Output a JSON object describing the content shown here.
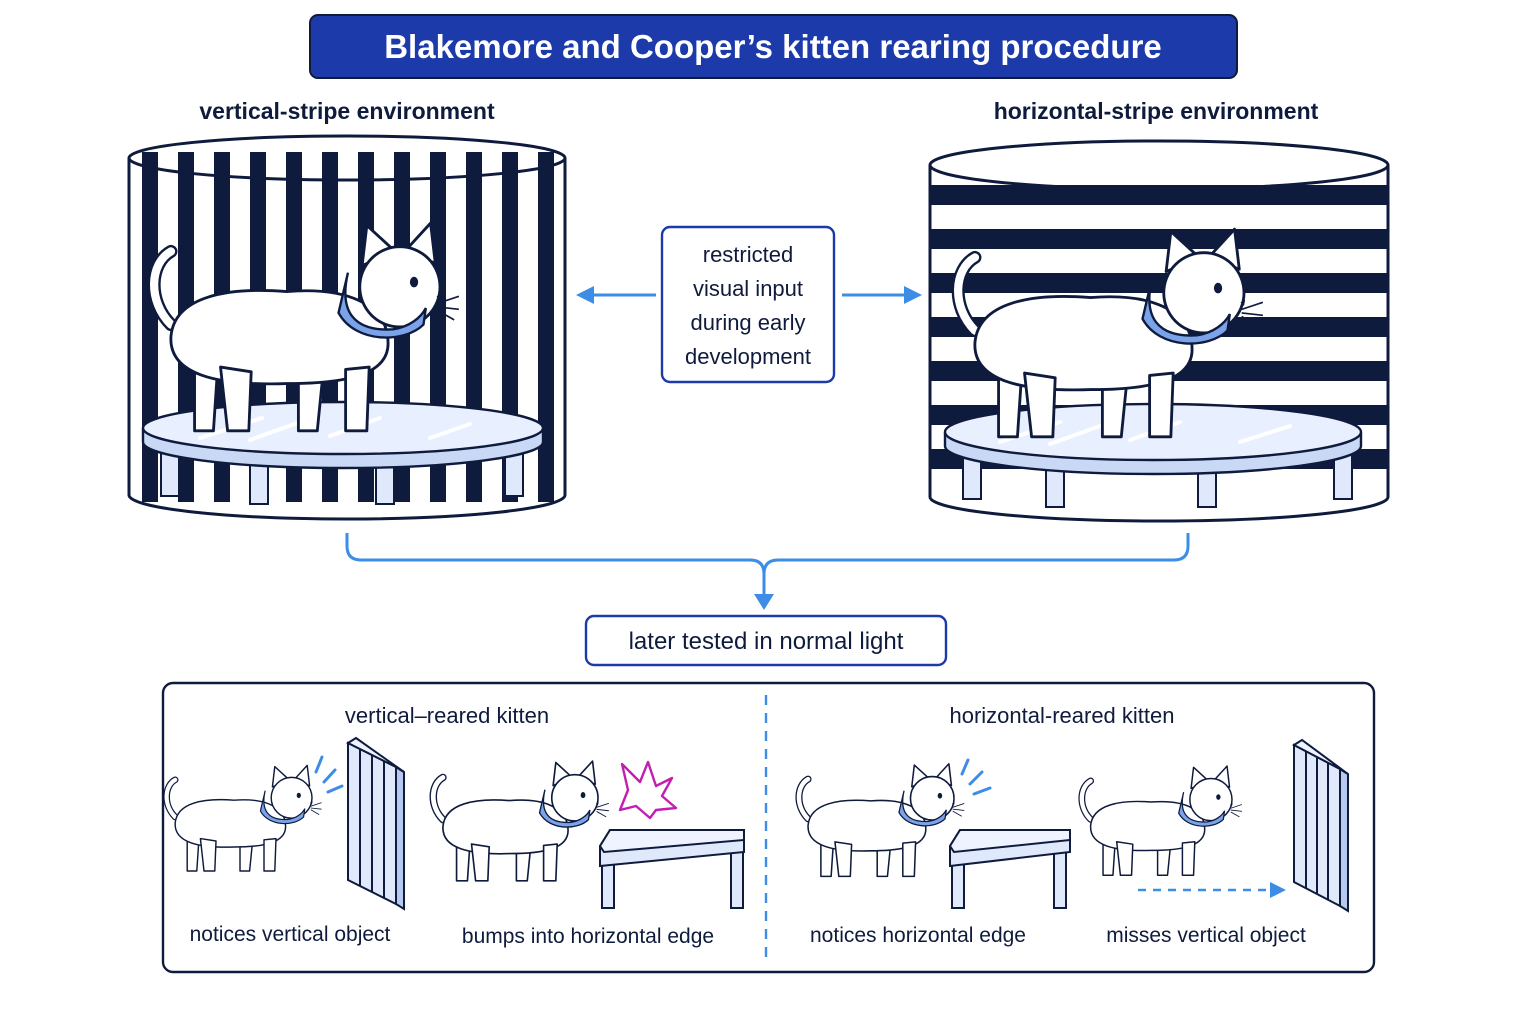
{
  "title": "Blakemore and Cooper’s kitten rearing procedure",
  "env_vertical": {
    "label": "vertical-stripe environment"
  },
  "env_horizontal": {
    "label": "horizontal-stripe environment"
  },
  "center_box": {
    "lines": [
      "restricted",
      "visual input",
      "during early",
      "development"
    ]
  },
  "test_box": {
    "label": "later tested in normal light"
  },
  "results": {
    "vertical_heading": "vertical–reared kitten",
    "horizontal_heading": "horizontal-reared kitten",
    "captions": [
      "notices vertical object",
      "bumps into horizontal edge",
      "notices horizontal edge",
      "misses vertical object"
    ]
  },
  "colors": {
    "navy": "#0f1b3d",
    "title_blue": "#1c3aa9",
    "accent_blue": "#3d8de6",
    "collar": "#7aa3ea",
    "panel_fill": "#dfe9fb",
    "alert_magenta": "#c21fb0"
  }
}
